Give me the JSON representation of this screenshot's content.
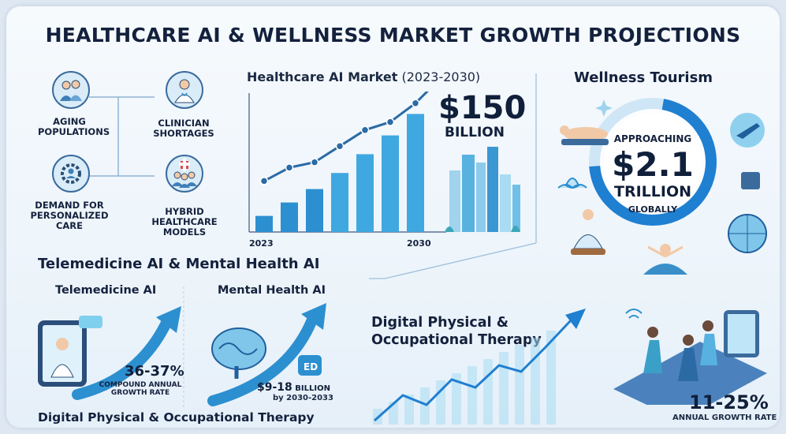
{
  "title": "HEALTHCARE AI & WELLNESS MARKET GROWTH PROJECTIONS",
  "drivers": [
    {
      "label_lines": [
        "AGING",
        "POPULATIONS"
      ],
      "icon": "elderly-couple-icon"
    },
    {
      "label_lines": [
        "CLINICIAN",
        "SHORTAGES"
      ],
      "icon": "doctor-icon"
    },
    {
      "label_lines": [
        "DEMAND FOR",
        "PERSONALIZED",
        "CARE"
      ],
      "icon": "gear-user-icon"
    },
    {
      "label_lines": [
        "HYBRID HEALTHCARE",
        "MODELS"
      ],
      "icon": "medical-team-icon"
    }
  ],
  "market": {
    "title_bold": "Healthcare AI Market",
    "title_years": " (2023-2030)",
    "value": "$150",
    "unit": "BILLION",
    "x_start": "2023",
    "x_end": "2030"
  },
  "chart_data": {
    "type": "bar",
    "categories": [
      "2023",
      "",
      "",
      "",
      "",
      "",
      "2030"
    ],
    "values": [
      0.12,
      0.22,
      0.32,
      0.44,
      0.58,
      0.72,
      0.88
    ],
    "trend": [
      0.38,
      0.48,
      0.52,
      0.64,
      0.76,
      0.82,
      0.96
    ]
  },
  "wellness": {
    "title": "Wellness Tourism",
    "approaching": "APPROACHING",
    "value": "$2.1",
    "unit": "TRILLION",
    "scope": "GLOBALLY"
  },
  "telemed_section": {
    "heading": "Telemedicine AI & Mental Health AI",
    "telemed": {
      "title": "Telemedicine AI",
      "rate": "36-37%",
      "rate_lines": [
        "COMPOUND ANNUAL",
        "GROWTH RATE"
      ]
    },
    "mental": {
      "title": "Mental Health AI",
      "value": "$9-18",
      "value_unit": " BILLION",
      "by": "by 2030-2033"
    },
    "footer": "Digital Physical & Occupational Therapy"
  },
  "therapy": {
    "title_lines": [
      "Digital Physical &",
      "Occupational Therapy"
    ],
    "rate": "11-25%",
    "rate_label": "ANNUAL GROWTH RATE"
  },
  "colors": {
    "accent": "#2c8fd0",
    "accent_light": "#7fd0ef",
    "navy": "#14213d",
    "line": "#2b6aa6"
  }
}
